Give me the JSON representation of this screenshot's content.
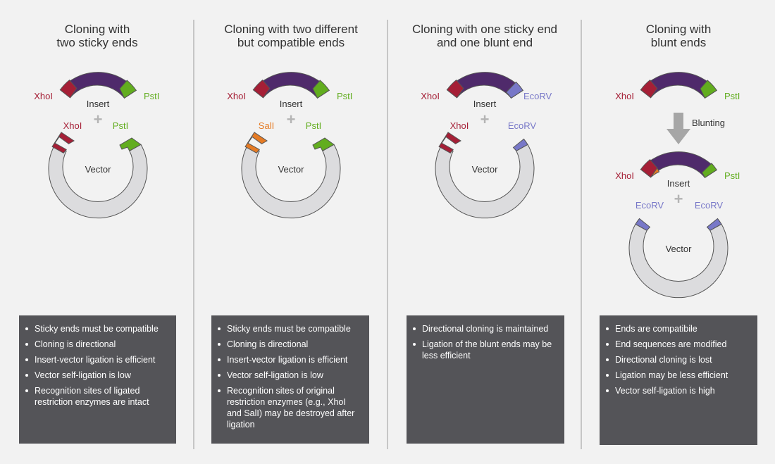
{
  "panels": [
    {
      "title": "Cloning with\ntwo sticky ends",
      "insert_label": "Insert",
      "insert_left_label": "XhoI",
      "insert_right_label": "PstI",
      "vector_left_label": "XhoI",
      "vector_right_label": "PstI",
      "vector_label": "Vector",
      "bullets": [
        "Sticky ends must be compatible",
        "Cloning is directional",
        "Insert-vector ligation is efficient",
        "Vector self-ligation is low",
        "Recognition sites of ligated restriction enzymes are intact"
      ]
    },
    {
      "title": "Cloning with two different\nbut compatible ends",
      "insert_label": "Insert",
      "insert_left_label": "XhoI",
      "insert_right_label": "PstI",
      "vector_left_label": "SalI",
      "vector_right_label": "PstI",
      "vector_label": "Vector",
      "bullets": [
        "Sticky ends must be compatible",
        "Cloning is directional",
        "Insert-vector ligation is efficient",
        "Vector self-ligation is low",
        "Recognition sites of original restriction enzymes (e.g., XhoI and SalI) may be destroyed after ligation"
      ]
    },
    {
      "title": "Cloning with one sticky end\nand one blunt end",
      "insert_label": "Insert",
      "insert_left_label": "XhoI",
      "insert_right_label": "EcoRV",
      "vector_left_label": "XhoI",
      "vector_right_label": "EcoRV",
      "vector_label": "Vector",
      "bullets": [
        "Directional cloning is maintained",
        "Ligation of the blunt ends may be less efficient"
      ]
    },
    {
      "title": "Cloning with\nblunt ends",
      "insert_top_left_label": "XhoI",
      "insert_top_right_label": "PstI",
      "blunting_label": "Blunting",
      "insert_label": "Insert",
      "insert_left_label": "XhoI",
      "insert_right_label": "PstI",
      "vector_left_label": "EcoRV",
      "vector_right_label": "EcoRV",
      "vector_label": "Vector",
      "bullets": [
        "Ends are compatibile",
        "End sequences are modified",
        "Directional cloning is lost",
        "Ligation may be less efficient",
        "Vector self-ligation is high"
      ]
    }
  ],
  "plus_symbol": "+",
  "colors": {
    "insert": "#4f2a6b",
    "xhoi": "#a51f36",
    "psti": "#62ad1f",
    "sali": "#e57b24",
    "ecorv": "#7878c8",
    "vector": "#dcdcde",
    "vector_stroke": "#555555",
    "plus": "#b4b4b4",
    "arrow": "#a6a6a6",
    "box": "#545458"
  }
}
